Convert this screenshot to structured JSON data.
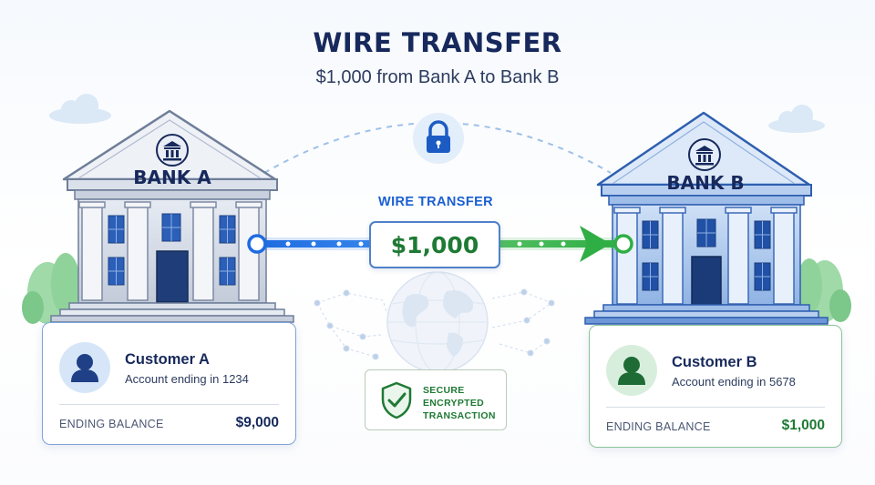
{
  "header": {
    "title": "WIRE TRANSFER",
    "subtitle": "$1,000 from Bank A to Bank B"
  },
  "banks": {
    "a": {
      "name": "BANK A",
      "icon": "bank-icon"
    },
    "b": {
      "name": "BANK B",
      "icon": "bank-icon"
    }
  },
  "transfer": {
    "label": "WIRE TRANSFER",
    "amount": "$1,000",
    "icons": [
      "lock-icon",
      "globe-icon",
      "arrow-right-icon"
    ]
  },
  "security": {
    "icon": "shield-check-icon",
    "lines": [
      "SECURE",
      "ENCRYPTED",
      "TRANSACTION"
    ]
  },
  "customers": {
    "a": {
      "name": "Customer A",
      "account": "Account ending in 1234",
      "balance_label": "ENDING BALANCE",
      "balance": "$9,000",
      "icon": "user-icon"
    },
    "b": {
      "name": "Customer B",
      "account": "Account ending in 5678",
      "balance_label": "ENDING BALANCE",
      "balance": "$1,000",
      "icon": "user-icon"
    }
  },
  "colors": {
    "navy": "#17295c",
    "blue_accent": "#1a5fd2",
    "green_accent": "#1e7a34",
    "bank_a_stone": "#c9d1de",
    "bank_b_blue": "#7da5de"
  }
}
